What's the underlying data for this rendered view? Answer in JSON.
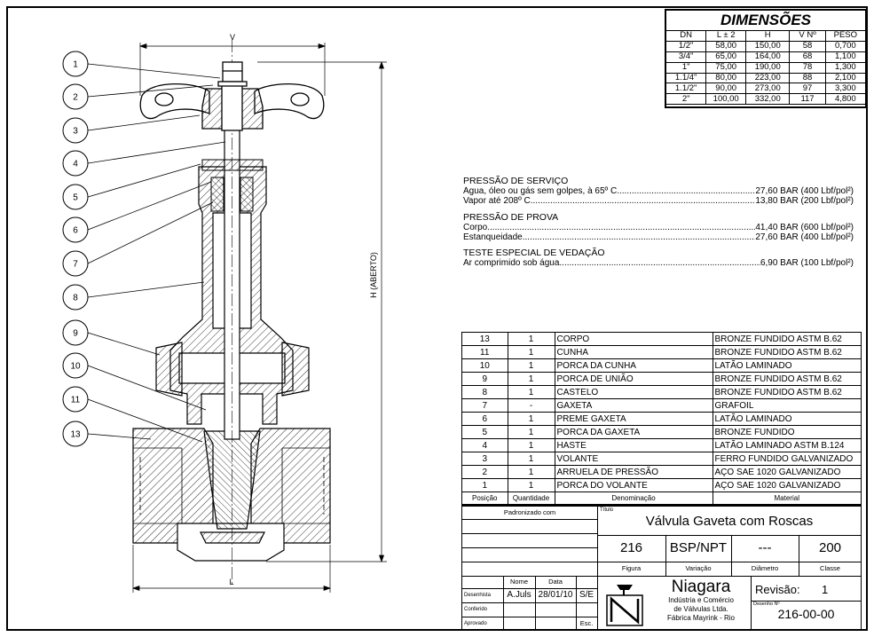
{
  "dimensions": {
    "title": "DIMENSÕES",
    "headers": [
      "DN",
      "L ± 2",
      "H",
      "V Nº",
      "PESO"
    ],
    "rows": [
      [
        "1/2\"",
        "58,00",
        "150,00",
        "58",
        "0,700"
      ],
      [
        "3/4\"",
        "65,00",
        "164,00",
        "68",
        "1,100"
      ],
      [
        "1\"",
        "75,00",
        "190,00",
        "78",
        "1,300"
      ],
      [
        "1.1/4\"",
        "80,00",
        "223,00",
        "88",
        "2,100"
      ],
      [
        "1.1/2\"",
        "90,00",
        "273,00",
        "97",
        "3,300"
      ],
      [
        "2\"",
        "100,00",
        "332,00",
        "117",
        "4,800"
      ]
    ]
  },
  "drawing": {
    "dim_v": "V",
    "dim_l": "L",
    "dim_h": "H (ABERTO)",
    "callouts": [
      "1",
      "2",
      "3",
      "4",
      "5",
      "6",
      "7",
      "8",
      "9",
      "10",
      "11",
      "13"
    ]
  },
  "notes": {
    "service_title": "PRESSÃO DE SERVIÇO",
    "service_rows": [
      {
        "label": "Água, óleo ou gás sem golpes, à 65º C ",
        "value": " 27,60 BAR (400 Lbf/pol²)"
      },
      {
        "label": "Vapor até 208º C ",
        "value": " 13,80 BAR (200 Lbf/pol²)"
      }
    ],
    "test_title": "PRESSÃO DE PROVA",
    "test_rows": [
      {
        "label": "Corpo ",
        "value": " 41,40 BAR (600 Lbf/pol²)"
      },
      {
        "label": "Estanqueidade ",
        "value": " 27,60 BAR (400 Lbf/pol²)"
      }
    ],
    "seal_title": "TESTE ESPECIAL DE VEDAÇÃO",
    "seal_rows": [
      {
        "label": "Ar comprimido sob água ",
        "value": "6,90 BAR (100 Lbf/pol²)"
      }
    ]
  },
  "parts": {
    "headers": [
      "Posição",
      "Quantidade",
      "Denominação",
      "Material"
    ],
    "rows": [
      [
        "13",
        "1",
        "CORPO",
        "BRONZE FUNDIDO ASTM B.62"
      ],
      [
        "11",
        "1",
        "CUNHA",
        "BRONZE FUNDIDO ASTM B.62"
      ],
      [
        "10",
        "1",
        "PORCA DA CUNHA",
        "LATÃO LAMINADO"
      ],
      [
        "9",
        "1",
        "PORCA DE UNIÃO",
        "BRONZE FUNDIDO ASTM B.62"
      ],
      [
        "8",
        "1",
        "CASTELO",
        "BRONZE FUNDIDO ASTM B.62"
      ],
      [
        "7",
        "-",
        "GAXETA",
        "GRAFOIL"
      ],
      [
        "6",
        "1",
        "PREME GAXETA",
        "LATÃO LAMINADO"
      ],
      [
        "5",
        "1",
        "PORCA DA GAXETA",
        "BRONZE FUNDIDO"
      ],
      [
        "4",
        "1",
        "HASTE",
        "LATÃO LAMINADO ASTM B.124"
      ],
      [
        "3",
        "1",
        "VOLANTE",
        "FERRO FUNDIDO GALVANIZADO"
      ],
      [
        "2",
        "1",
        "ARRUELA DE PRESSÃO",
        "AÇO SAE 1020 GALVANIZADO"
      ],
      [
        "1",
        "1",
        "PORCA DO VOLANTE",
        "AÇO SAE 1020 GALVANIZADO"
      ]
    ]
  },
  "title_block": {
    "padronizado_label": "Padronizado com",
    "titulo_label": "Título",
    "title": "Válvula Gaveta com Roscas",
    "figura": "216",
    "variacao": "BSP/NPT",
    "diametro": "---",
    "classe": "200",
    "figura_label": "Figura",
    "variacao_label": "Variação",
    "diametro_label": "Diâmetro",
    "classe_label": "Classe",
    "nome_label": "Nome",
    "data_label": "Data",
    "desenhista_label": "Desenhista",
    "conferido_label": "Conferido",
    "aprovado_label": "Aprovado",
    "desenhista_nome": "A.Juls",
    "desenhista_data": "28/01/10",
    "escala": "S/E",
    "escala_label": "Esc.",
    "company": "Niagara",
    "company_line1": "Indústria e Comércio",
    "company_line2": "de Válvulas Ltda.",
    "company_line3": "Fábrica Mayrink - Rio",
    "revisao_label": "Revisão:",
    "revisao": "1",
    "desenho_label": "Desenho Nº",
    "desenho": "216-00-00"
  }
}
